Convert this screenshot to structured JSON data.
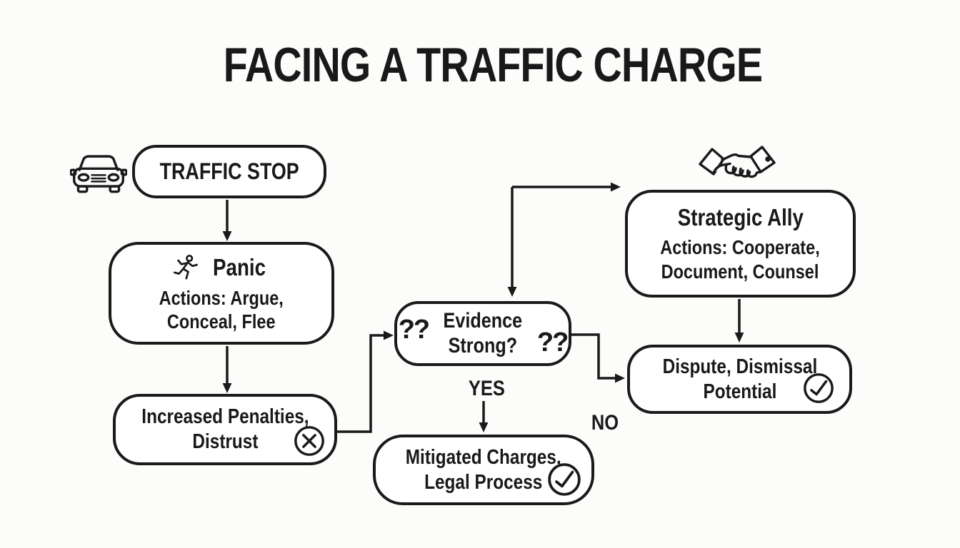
{
  "title": "FACING A TRAFFIC CHARGE",
  "nodes": {
    "traffic_stop": {
      "label": "TRAFFIC STOP",
      "icon": "car-icon"
    },
    "panic": {
      "heading": "Panic",
      "icon": "running-person-icon",
      "body_line1": "Actions: Argue,",
      "body_line2": "Conceal, Flee"
    },
    "increased_penalties": {
      "line1": "Increased Penalties,",
      "line2": "Distrust",
      "status_icon": "x-circle-icon"
    },
    "evidence_strong": {
      "q_left": "??",
      "line1": "Evidence",
      "line2": "Strong?",
      "q_right": "??"
    },
    "strategic_ally": {
      "heading": "Strategic Ally",
      "icon": "handshake-icon",
      "body_line1": "Actions: Cooperate,",
      "body_line2": "Document, Counsel"
    },
    "dispute": {
      "line1": "Dispute, Dismissal",
      "line2": "Potential",
      "status_icon": "check-circle-icon"
    },
    "mitigated": {
      "line1": "Mitigated Charges,",
      "line2": "Legal Process",
      "status_icon": "check-circle-icon"
    }
  },
  "edge_labels": {
    "yes": "YES",
    "no": "NO"
  },
  "colors": {
    "ink": "#191919",
    "background": "#fcfcfa",
    "node_fill": "#ffffff"
  }
}
